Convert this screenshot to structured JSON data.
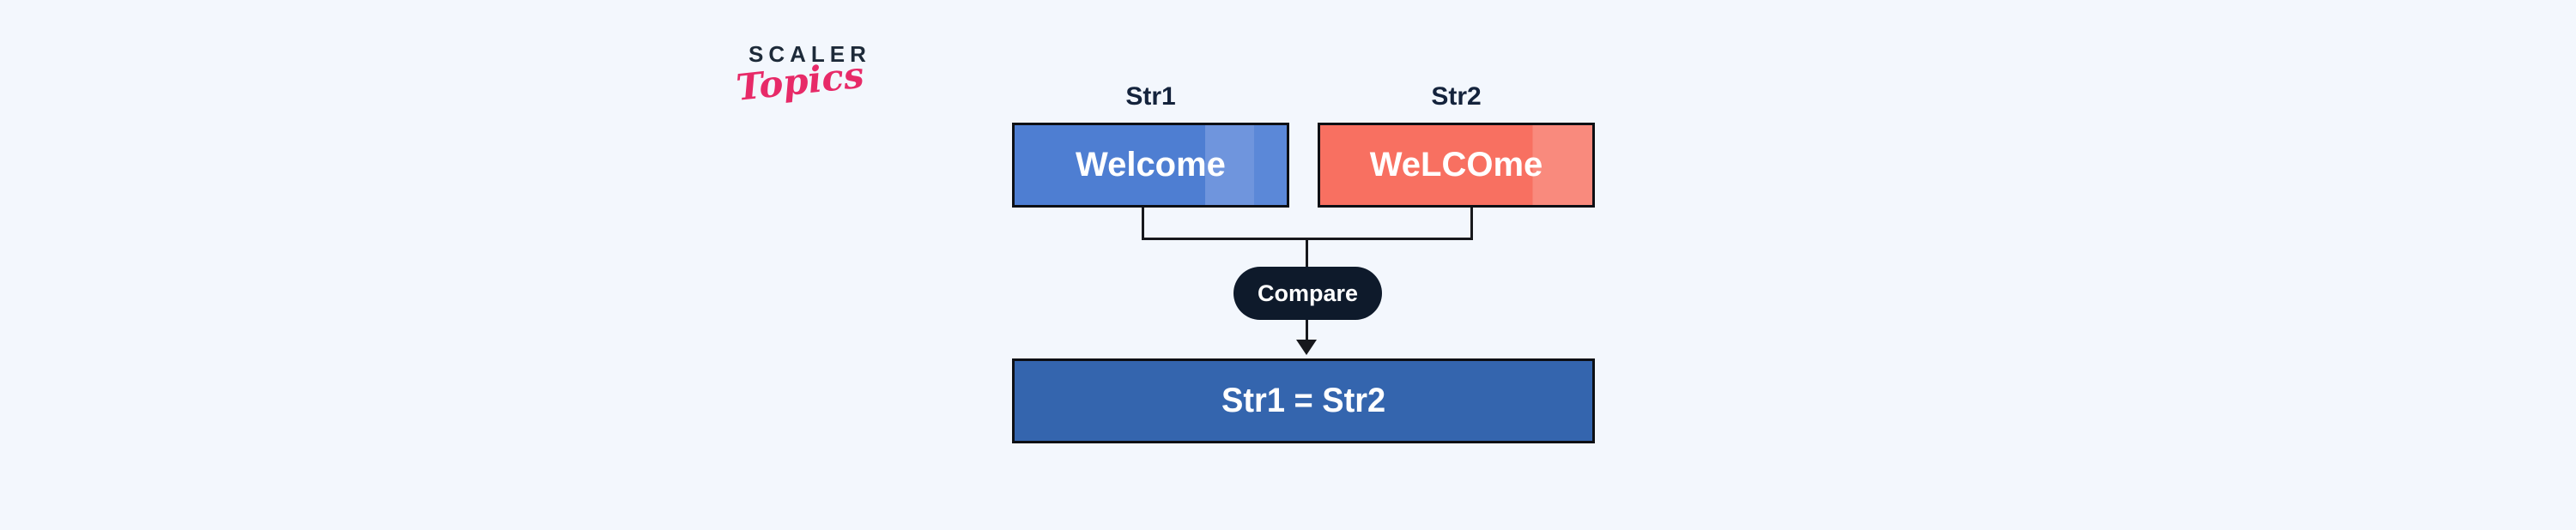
{
  "logo": {
    "brand": "SCALER",
    "script": "Topics"
  },
  "nodes": {
    "str1": {
      "label": "Str1",
      "value": "Welcome"
    },
    "str2": {
      "label": "Str2",
      "value": "WeLCOme"
    },
    "compare": {
      "label": "Compare"
    },
    "result": {
      "label": "Str1 = Str2"
    }
  },
  "colors": {
    "background": "#f3f7fd",
    "brand-navy": "#1d2a39",
    "brand-pink": "#e72a68",
    "label-navy": "#14233c",
    "box-border": "#0d0f14",
    "line": "#17181c",
    "str1-fill": "#4e7ed2",
    "str1-fill-light": "#6f95dd",
    "str1-fill-mid": "#5b88d8",
    "str2-fill": "#f87061",
    "str2-fill-light": "#f98a7d",
    "compare-fill": "#0e1a2b",
    "result-fill": "#3465ae",
    "box-text": "#ffffff"
  }
}
